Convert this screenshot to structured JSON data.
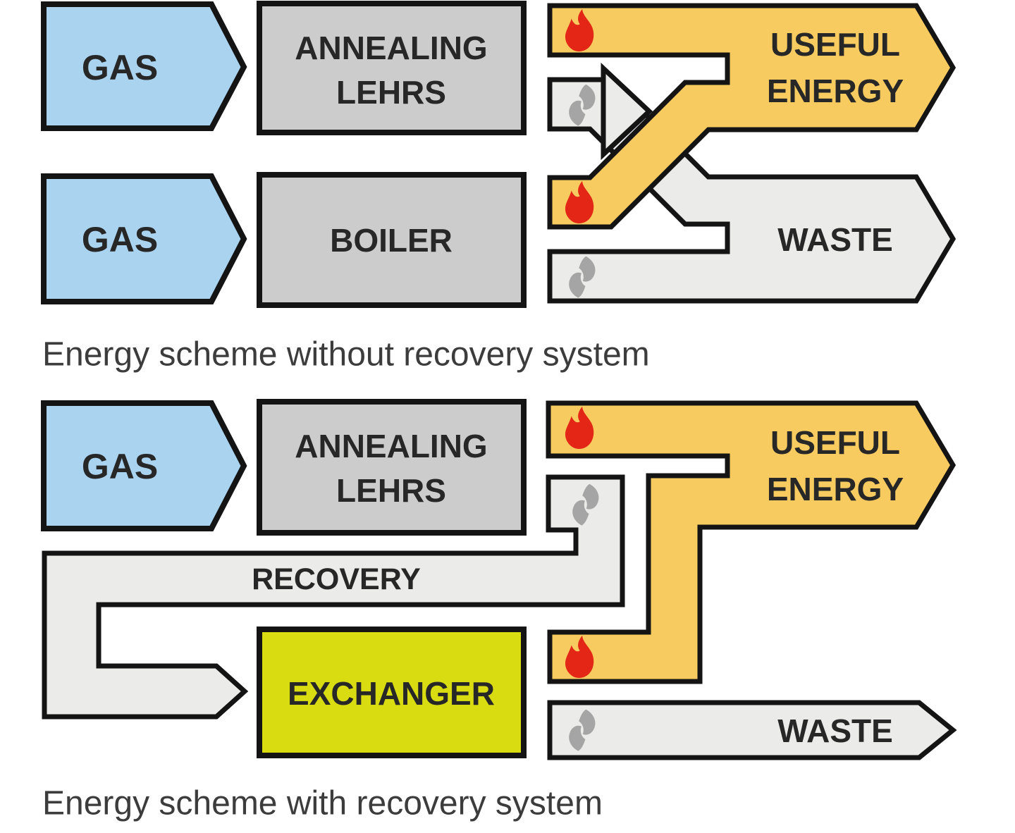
{
  "colors": {
    "gas_blue": "#aad3f0",
    "box_gray": "#cccccc",
    "flow_gray": "#ebebe9",
    "energy_yellow": "#f7cb5f",
    "exchanger_green": "#d9dc11",
    "flame_red": "#e42617",
    "steam_gray": "#a5a5a5",
    "outline_black": "#141414",
    "label_dark": "#272727",
    "caption_gray": "#3c3c3c"
  },
  "scheme_without": {
    "caption": "Energy scheme without recovery system",
    "gas_annealing_label": "GAS",
    "gas_boiler_label": "GAS",
    "annealing_line1": "ANNEALING",
    "annealing_line2": "LEHRS",
    "boiler_label": "BOILER",
    "useful_line1": "USEFUL",
    "useful_line2": "ENERGY",
    "waste_label": "WASTE"
  },
  "scheme_with": {
    "caption": "Energy scheme with recovery system",
    "gas_label": "GAS",
    "annealing_line1": "ANNEALING",
    "annealing_line2": "LEHRS",
    "recovery_label": "RECOVERY",
    "exchanger_label": "EXCHANGER",
    "useful_line1": "USEFUL",
    "useful_line2": "ENERGY",
    "waste_label": "WASTE"
  }
}
